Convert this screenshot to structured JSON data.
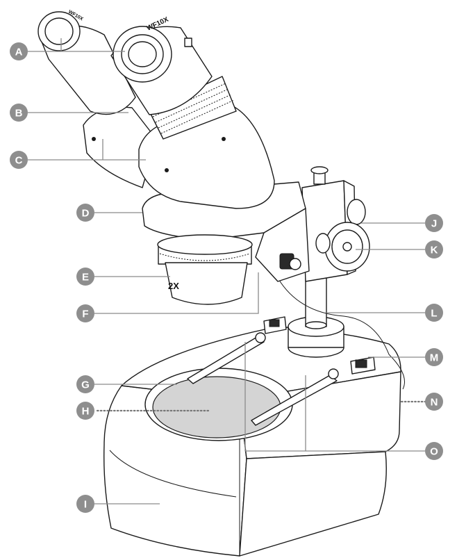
{
  "diagram": {
    "callouts": [
      {
        "id": "A",
        "label": "A"
      },
      {
        "id": "B",
        "label": "B"
      },
      {
        "id": "C",
        "label": "C"
      },
      {
        "id": "D",
        "label": "D"
      },
      {
        "id": "E",
        "label": "E"
      },
      {
        "id": "F",
        "label": "F"
      },
      {
        "id": "G",
        "label": "G"
      },
      {
        "id": "H",
        "label": "H"
      },
      {
        "id": "I",
        "label": "I"
      },
      {
        "id": "J",
        "label": "J"
      },
      {
        "id": "K",
        "label": "K"
      },
      {
        "id": "L",
        "label": "L"
      },
      {
        "id": "M",
        "label": "M"
      },
      {
        "id": "N",
        "label": "N"
      },
      {
        "id": "O",
        "label": "O"
      }
    ],
    "markings": {
      "eyepiece_right": "WF10X",
      "eyepiece_left": "WF10X",
      "objective": "2X"
    },
    "colors": {
      "badge": "#8e8e8e",
      "leader": "#8a8a8a",
      "outline": "#1a1a1a",
      "glass": "#d4d4d4"
    }
  }
}
